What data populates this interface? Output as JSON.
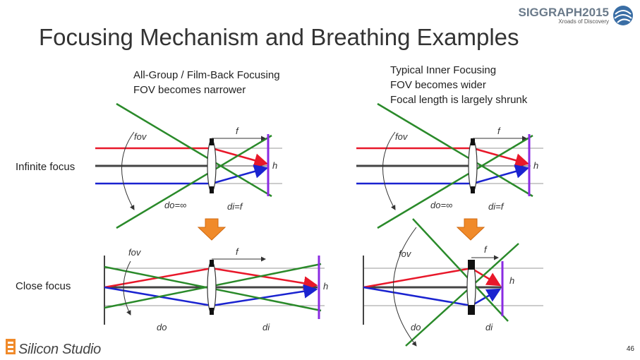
{
  "header": {
    "title": "Focusing Mechanism and Breathing Examples",
    "conference_text": "SIGGRAPH2015",
    "conference_sub": "Xroads of Discovery"
  },
  "captions": {
    "left": [
      "All-Group / Film-Back Focusing",
      "FOV becomes narrower"
    ],
    "right": [
      "Typical Inner Focusing",
      "FOV becomes wider",
      "Focal length is largely shrunk"
    ]
  },
  "rows": {
    "infinite": "Infinite focus",
    "close": "Close focus"
  },
  "diagram_labels": {
    "fov": "fov",
    "f": "f",
    "h": "h",
    "do_inf": "do=∞",
    "di_f": "di=f",
    "do": "do",
    "di": "di"
  },
  "footer": {
    "company": "Silicon Studio",
    "page": "46"
  },
  "colors": {
    "red_ray": "#e8182a",
    "blue_ray": "#1a23d0",
    "green_ray": "#2a8a2a",
    "sensor": "#8a2be2",
    "arrow": "#f08a2a"
  }
}
